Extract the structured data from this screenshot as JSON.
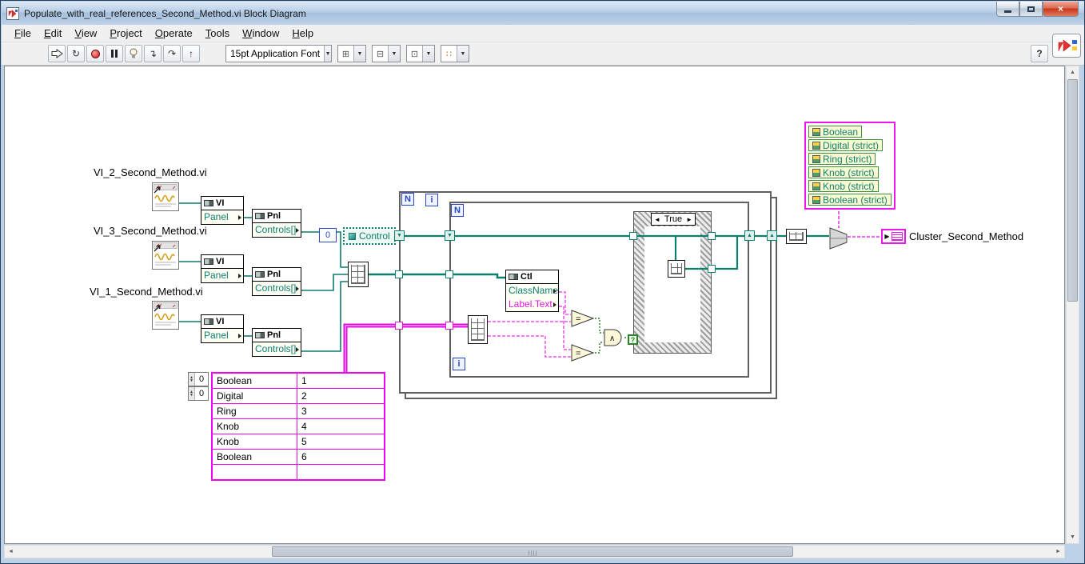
{
  "window": {
    "title": "Populate_with_real_references_Second_Method.vi Block Diagram"
  },
  "menu": {
    "items": [
      "File",
      "Edit",
      "View",
      "Project",
      "Operate",
      "Tools",
      "Window",
      "Help"
    ]
  },
  "toolbar": {
    "font_selector": "15pt Application Font",
    "help_label": "?"
  },
  "colors": {
    "refnum_wire": "#0c7f6f",
    "cluster_wire": "#ea19ea",
    "boolean_wire": "#2f7f2f",
    "numeric": "#2a46c8"
  },
  "diagram": {
    "vi_files": [
      "VI_2_Second_Method.vi",
      "VI_3_Second_Method.vi",
      "VI_1_Second_Method.vi"
    ],
    "vi_node": {
      "header": "VI",
      "property": "Panel"
    },
    "pnl_node": {
      "header": "Pnl",
      "property": "Controls[]"
    },
    "ctl_node": {
      "header": "Ctl",
      "prop1": "ClassName",
      "prop2": "Label.Text"
    },
    "numeric_constant": "0",
    "class_constant": "Control",
    "loop": {
      "count": "N",
      "iteration": "i"
    },
    "case_structure": {
      "selector": "True",
      "selector_terminal": "?"
    },
    "cluster_constant": {
      "items": [
        "Boolean",
        "Digital (strict)",
        "Ring (strict)",
        "Knob (strict)",
        "Knob (strict)",
        "Boolean (strict)"
      ]
    },
    "output_indicator": "Cluster_Second_Method",
    "compare_symbol": "=",
    "and_symbol": "∧",
    "table": {
      "index_rows": [
        "0",
        "0"
      ],
      "rows": [
        [
          "Boolean",
          "1"
        ],
        [
          "Digital",
          "2"
        ],
        [
          "Ring",
          "3"
        ],
        [
          "Knob",
          "4"
        ],
        [
          "Knob",
          "5"
        ],
        [
          "Boolean",
          "6"
        ],
        [
          "",
          ""
        ]
      ]
    }
  }
}
